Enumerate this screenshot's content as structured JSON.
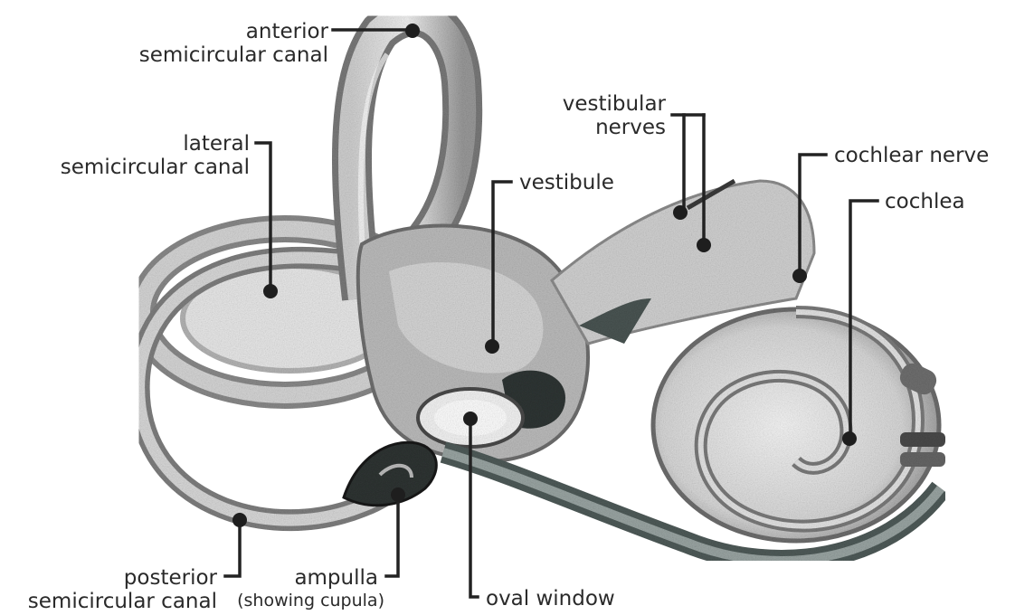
{
  "labels": {
    "anterior": [
      "anterior",
      "semicircular canal"
    ],
    "lateral": [
      "lateral",
      "semicircular canal"
    ],
    "posterior": [
      "posterior",
      "semicircular canal"
    ],
    "ampulla": [
      "ampulla",
      "(showing cupula)"
    ],
    "vestibule": "vestibule",
    "vestibular_nerves": [
      "vestibular",
      "nerves"
    ],
    "cochlear_nerve": "cochlear nerve",
    "cochlea": "cochlea",
    "oval_window": "oval window"
  },
  "colors": {
    "bone_light": "#e6e6e6",
    "bone_mid": "#a9a9a9",
    "bone_dark": "#3a3a3a",
    "teal_shadow": "#5d6e6a",
    "leader": "#222222",
    "text": "#2a2a2a"
  }
}
